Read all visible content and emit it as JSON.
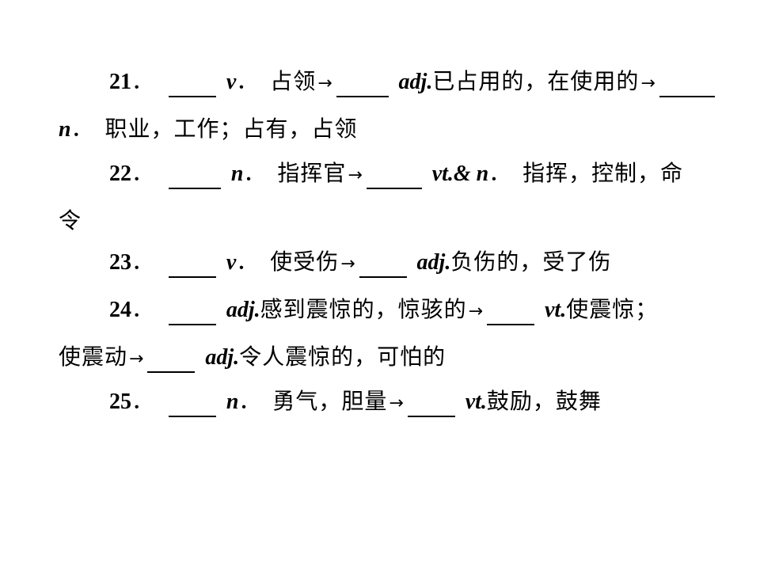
{
  "items": [
    {
      "number": "21",
      "lines": [
        {
          "pos1": "v",
          "def1": "占领",
          "pos2": "adj",
          "def2": "已占用的，在使用的"
        },
        {
          "pos3": "n",
          "def3": "职业，工作；占有，占领"
        }
      ]
    },
    {
      "number": "22",
      "lines": [
        {
          "pos1": "n",
          "def1": "指挥官",
          "pos2": "vt.& n",
          "def2": "指挥，控制，命"
        },
        {
          "cont": "令"
        }
      ]
    },
    {
      "number": "23",
      "lines": [
        {
          "pos1": "v",
          "def1": "使受伤",
          "pos2": "adj",
          "def2": "负伤的，受了伤"
        }
      ]
    },
    {
      "number": "24",
      "lines": [
        {
          "pos1": "adj",
          "def1": "感到震惊的，惊骇的",
          "pos2": "vt",
          "def2": "使震惊；"
        },
        {
          "def3a": "使震动",
          "pos3": "adj",
          "def3": "令人震惊的，可怕的"
        }
      ]
    },
    {
      "number": "25",
      "lines": [
        {
          "pos1": "n",
          "def1": "勇气，胆量",
          "pos2": "vt",
          "def2": "鼓励，鼓舞"
        }
      ]
    }
  ],
  "symbols": {
    "arrow": "→",
    "dot": ".",
    "cn_dot": "．"
  }
}
